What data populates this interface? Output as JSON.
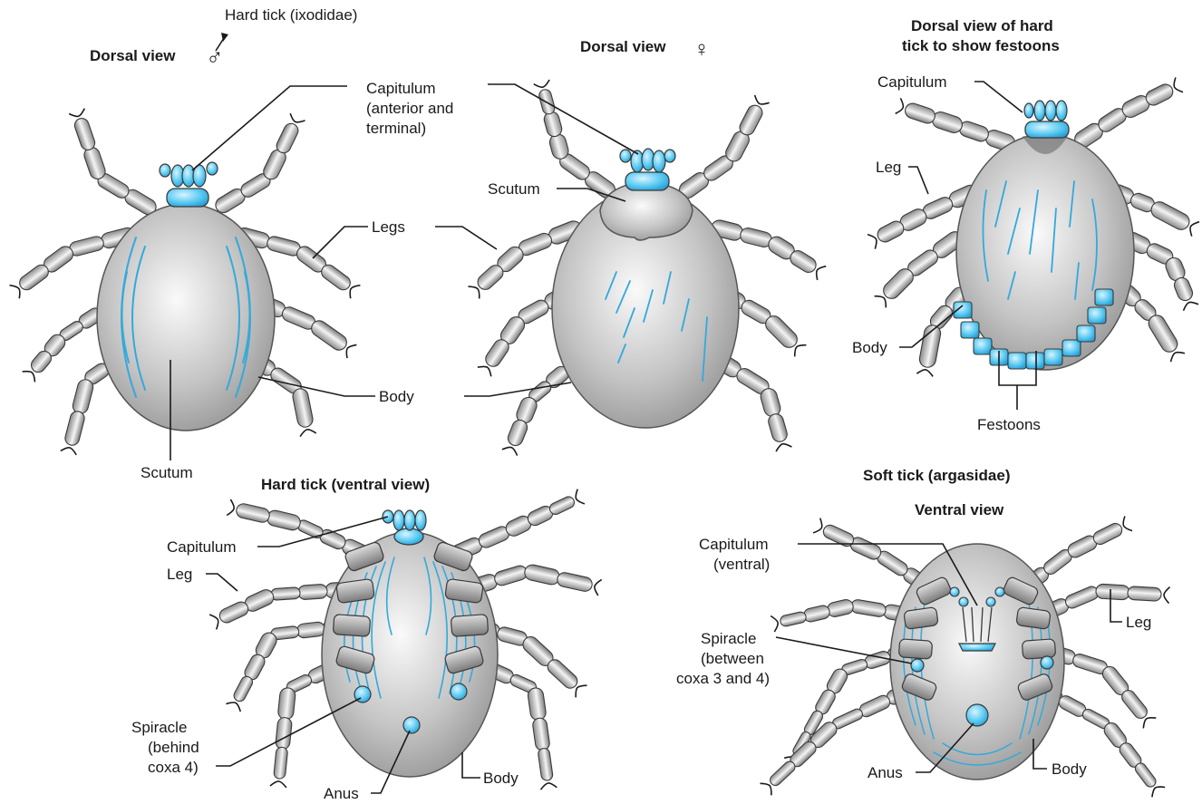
{
  "colors": {
    "body_light": "#f2f2f2",
    "body_dark": "#8a8a8a",
    "capitulum_blue": "#4fc3ee",
    "stripe_blue": "#33a9dc",
    "outline": "#3a3a3a",
    "line": "#1a1a1a"
  },
  "icons": {
    "male_symbol": "♂",
    "female_symbol": "♀"
  },
  "titles": {
    "hard_tick": "Hard tick (ixodidae)",
    "dorsal_male": "Dorsal view",
    "dorsal_female": "Dorsal view",
    "festoon_view_line1": "Dorsal view of hard",
    "festoon_view_line2": "tick to show festoons",
    "hard_ventral": "Hard tick (ventral view)",
    "soft_tick": "Soft tick (argasidae)",
    "soft_ventral": "Ventral view"
  },
  "labels": {
    "capitulum_ant_1": "Capitulum",
    "capitulum_ant_2": "(anterior and",
    "capitulum_ant_3": "terminal)",
    "scutum_female": "Scutum",
    "legs": "Legs",
    "body_dorsal": "Body",
    "scutum_male": "Scutum",
    "capitulum_festoon": "Capitulum",
    "leg_festoon": "Leg",
    "body_festoon": "Body",
    "festoons": "Festoons",
    "capitulum_hard_ventral": "Capitulum",
    "leg_hard_ventral": "Leg",
    "spiracle_hard_1": "Spiracle",
    "spiracle_hard_2": "(behind",
    "spiracle_hard_3": "coxa 4)",
    "anus_hard": "Anus",
    "body_hard_ventral": "Body",
    "capitulum_soft_1": "Capitulum",
    "capitulum_soft_2": "(ventral)",
    "leg_soft": "Leg",
    "spiracle_soft_1": "Spiracle",
    "spiracle_soft_2": "(between",
    "spiracle_soft_3": "coxa 3 and 4)",
    "anus_soft": "Anus",
    "body_soft": "Body"
  }
}
